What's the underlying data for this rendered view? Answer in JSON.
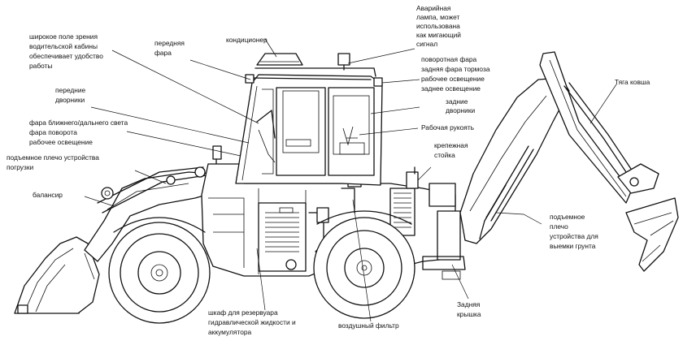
{
  "labels": {
    "wide_view": [
      "широкое поле зрения",
      "водительской кабины",
      "обеспечивает удобство",
      "работы"
    ],
    "front_headlight": [
      "передняя",
      "фара"
    ],
    "air_conditioner": [
      "кондиционер"
    ],
    "emergency_lamp": [
      "Аварийная",
      "лампа, может",
      "использована",
      "как мигающий",
      "сигнал"
    ],
    "turn_brake_lights": [
      "поворотная фара",
      "задняя фара тормоза",
      "рабочее освещение",
      "заднее освещение"
    ],
    "front_wipers": [
      "передние",
      "дворники"
    ],
    "rear_wipers": [
      "задние",
      "дворники"
    ],
    "headlights_group": [
      "фара ближнего/дальнего света",
      "фара поворота",
      "рабочее освещение"
    ],
    "work_handle": [
      "Рабочая рукоять"
    ],
    "loader_arm": [
      "подъемное плечо устройства",
      "погрузки"
    ],
    "mount_rack": [
      "крепежная",
      "стойка"
    ],
    "bucket_link": [
      "Тяга ковша"
    ],
    "balancer": [
      "балансир"
    ],
    "excavator_arm": [
      "подъемное",
      "плечо",
      "устройства для",
      "выемки грунта"
    ],
    "tank_cabinet": [
      "шкаф для резервуара",
      "гидравлической жидкости и",
      "аккумулятора"
    ],
    "air_filter": [
      "воздушный фильтр"
    ],
    "rear_cover": [
      "Задняя",
      "крышка"
    ]
  }
}
